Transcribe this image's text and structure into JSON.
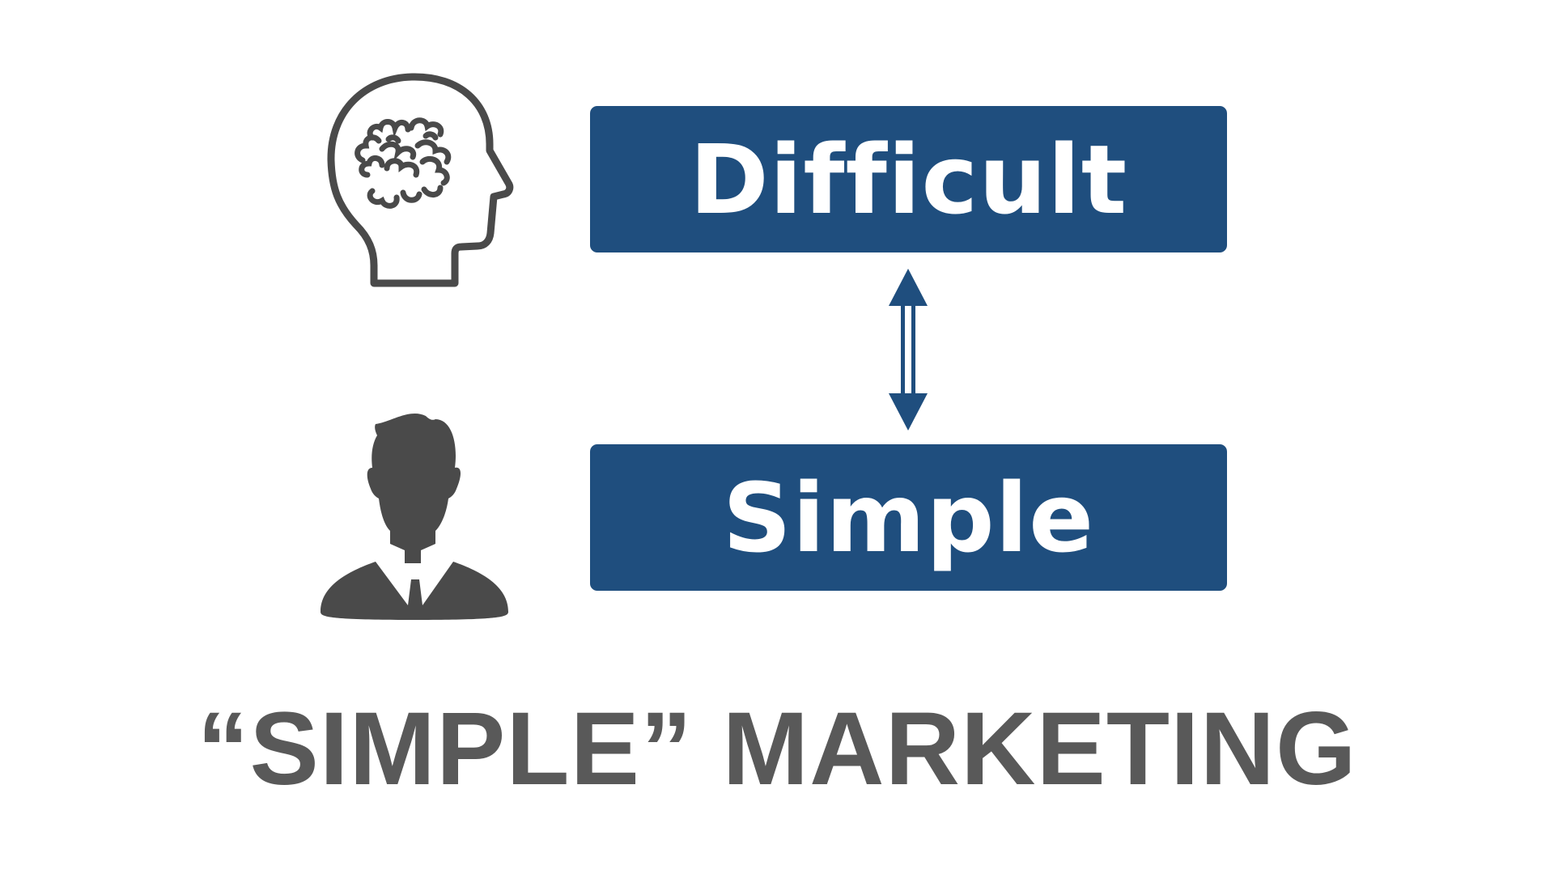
{
  "diagram": {
    "top_box_label": "Difficult",
    "bottom_box_label": "Simple",
    "caption": "“SIMPLE” MARKETING"
  },
  "colors": {
    "box_fill": "#1f4e7e",
    "box_text": "#ffffff",
    "icon_gray": "#4a4a4a",
    "arrow": "#1f4e7e",
    "caption_text": "#595959",
    "background": "#ffffff"
  },
  "icons": {
    "top_left": "brain-head-icon",
    "bottom_left": "businessman-avatar-icon",
    "connector": "double-arrow-vertical"
  }
}
